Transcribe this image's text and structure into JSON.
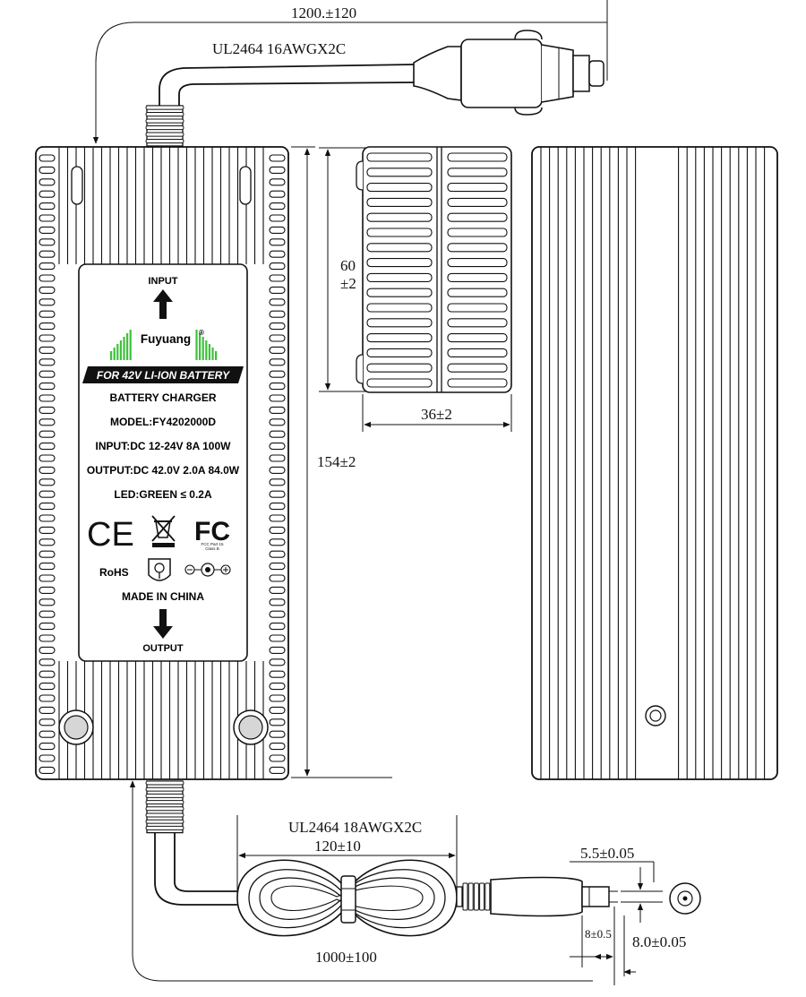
{
  "dimensions": {
    "input_cable_length": "1200.±120",
    "input_cable_type": "UL2464 16AWGX2C",
    "side_height": "60",
    "side_height_tol": "±2",
    "side_width": "36±2",
    "body_length": "154±2",
    "output_cable_type": "UL2464 18AWGX2C",
    "coil_length": "120±10",
    "output_cable_length": "1000±100",
    "plug_outer_dia": "5.5±0.05",
    "plug_len": "8±0.5",
    "plug_sleeve_dia": "8.0±0.05"
  },
  "label": {
    "input": "INPUT",
    "brand": "Fuyuang",
    "registered": "®",
    "banner": "FOR 42V LI-ION BATTERY",
    "product": "BATTERY CHARGER",
    "model": "MODEL:FY4202000D",
    "input_spec": "INPUT:DC 12-24V 8A 100W",
    "output_spec": "OUTPUT:DC 42.0V 2.0A 84.0W",
    "led": "LED:GREEN ≤ 0.2A",
    "ce": "CE",
    "fc": "FC",
    "fcc_note1": "FCC Part 15",
    "fcc_note2": "Class B",
    "rohs": "RoHS",
    "origin": "MADE IN CHINA",
    "output": "OUTPUT"
  },
  "colors": {
    "line": "#111111",
    "brand_green": "#3cc23a",
    "banner_bg": "#111111",
    "banner_fg": "#ffffff"
  }
}
